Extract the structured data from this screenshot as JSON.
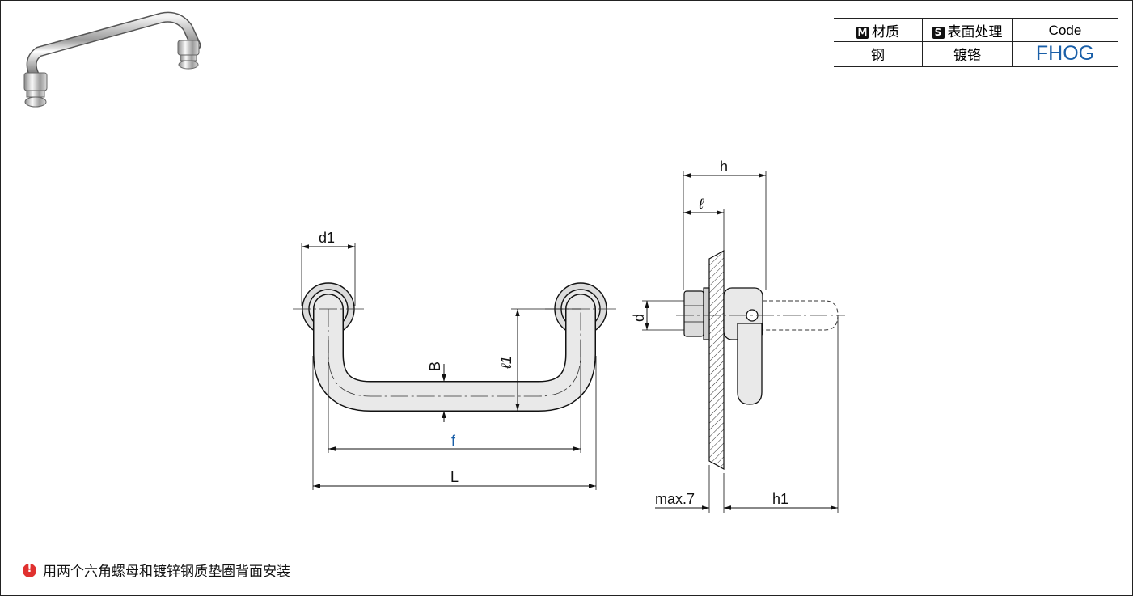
{
  "table": {
    "material_badge": "M",
    "material_header": "材质",
    "surface_badge": "S",
    "surface_header": "表面处理",
    "code_header": "Code",
    "material_value": "钢",
    "surface_value": "镀铬",
    "code_value": "FHOG"
  },
  "dims": {
    "h": "h",
    "l": "ℓ",
    "d1": "d1",
    "d": "d",
    "B": "B",
    "l1": "ℓ1",
    "f": "f",
    "L": "L",
    "max7": "max.7",
    "h1": "h1"
  },
  "note": "用两个六角螺母和镀锌钢质垫圈背面安装",
  "colors": {
    "accent_blue": "#1a5fa8",
    "note_red": "#e0312f"
  }
}
